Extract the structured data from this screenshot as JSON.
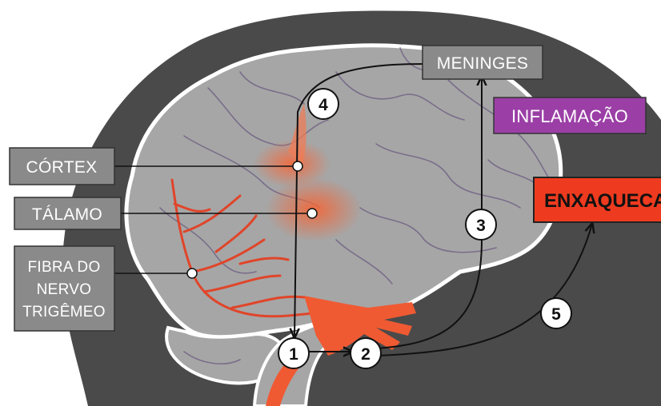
{
  "labels": {
    "meninges": "MENINGES",
    "inflamacao": "INFLAMAÇÃO",
    "cortex": "CÓRTEX",
    "talamo": "TÁLAMO",
    "fibra_line1": "FIBRA DO",
    "fibra_line2": "NERVO",
    "fibra_line3": "TRIGÊMEO",
    "enxaqueca": "ENXAQUECA"
  },
  "steps": [
    "1",
    "2",
    "3",
    "4",
    "5"
  ],
  "colors": {
    "head": "#4a4a4a",
    "brain": "#a6a6a6",
    "label_box": "#8a8a8a",
    "inflamacao_box": "#9b3fa6",
    "enxaqueca_box": "#ee3b1f",
    "activation": "#f37a52",
    "nerve": "#e0452a"
  }
}
